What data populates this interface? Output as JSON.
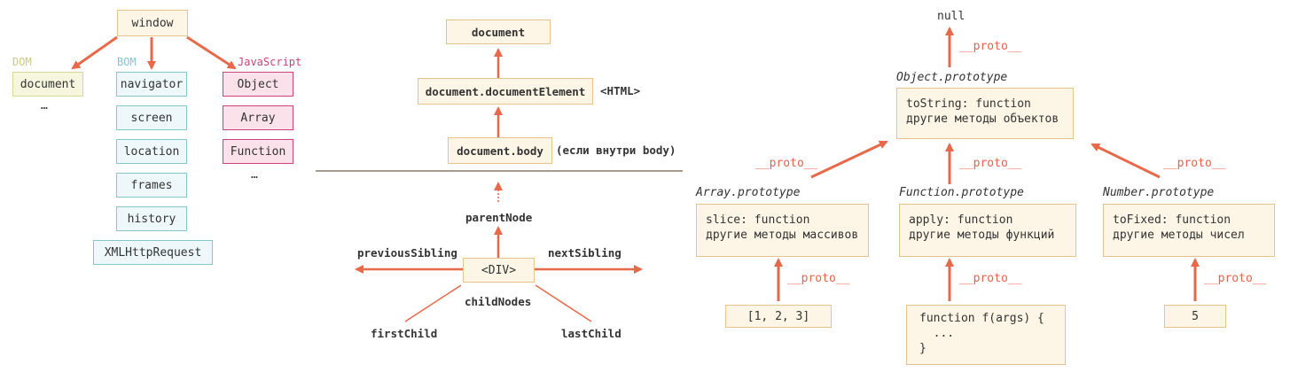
{
  "window_tree": {
    "root": "window",
    "groups": {
      "dom": "DOM",
      "bom": "BOM",
      "js": "JavaScript"
    },
    "dom_items": [
      "document"
    ],
    "dom_more": "…",
    "bom_items": [
      "navigator",
      "screen",
      "location",
      "frames",
      "history",
      "XMLHttpRequest"
    ],
    "js_items": [
      "Object",
      "Array",
      "Function"
    ],
    "js_more": "…"
  },
  "dom_nav": {
    "document": "document",
    "document_element": "document.documentElement",
    "html_note": "<HTML>",
    "document_body": "document.body",
    "body_note": "(если внутри body)",
    "parent_node": "parentNode",
    "previous_sibling": "previousSibling",
    "next_sibling": "nextSibling",
    "node": "<DIV>",
    "child_nodes": "childNodes",
    "first_child": "firstChild",
    "last_child": "lastChild"
  },
  "prototypes": {
    "null": "null",
    "proto": "__proto__",
    "object_prototype": {
      "title": "Object.prototype",
      "lines": [
        "toString: function",
        "другие методы объектов"
      ]
    },
    "array_prototype": {
      "title": "Array.prototype",
      "lines": [
        "slice: function",
        "другие методы массивов"
      ],
      "instance": "[1, 2, 3]"
    },
    "function_prototype": {
      "title": "Function.prototype",
      "lines": [
        "apply: function",
        "другие методы функций"
      ],
      "instance_lines": [
        "function f(args) {",
        "  ...",
        "}"
      ]
    },
    "number_prototype": {
      "title": "Number.prototype",
      "lines": [
        "toFixed: function",
        "другие методы чисел"
      ],
      "instance": "5"
    }
  },
  "colors": {
    "arrow": "#e8694a",
    "box_border": "#e8c48c",
    "box_fill": "#fdf6e6",
    "dom_color": "#c8cc7e",
    "bom_color": "#86c6cf",
    "js_color": "#c8447a"
  }
}
